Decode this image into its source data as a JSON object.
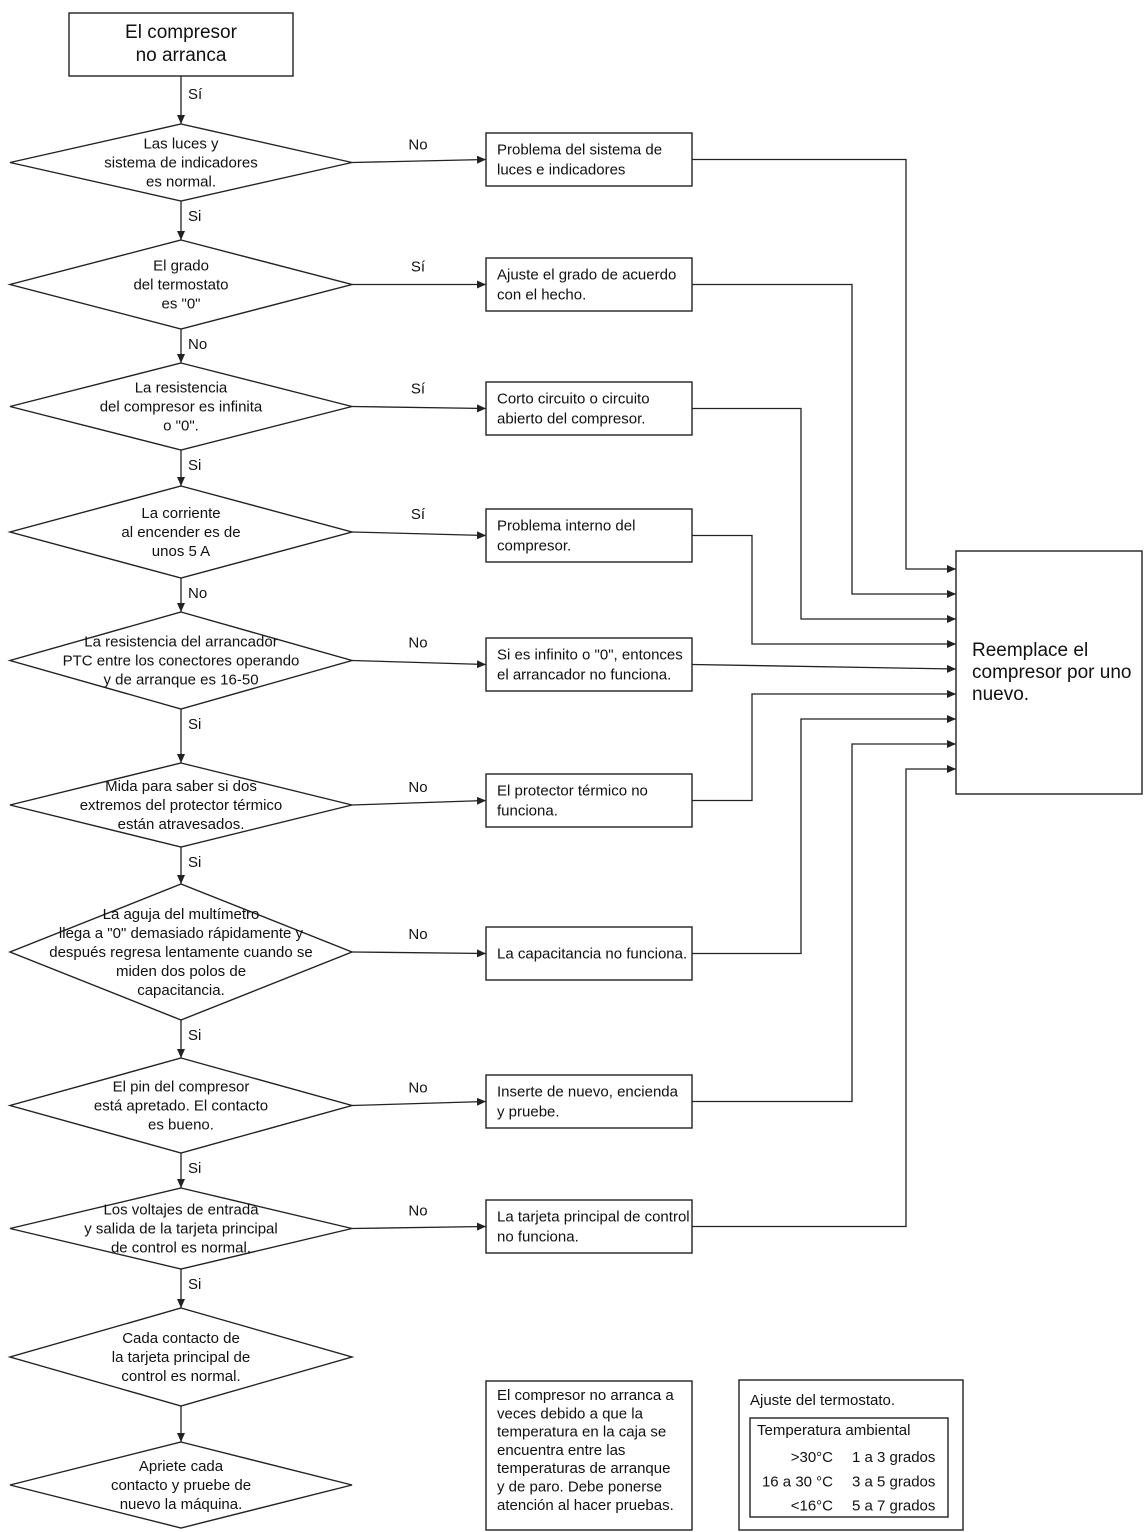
{
  "start": {
    "lines": [
      "El compresor",
      "no arranca"
    ]
  },
  "decisions": [
    {
      "lines": [
        "Las luces y",
        "sistema de indicadores",
        "es normal."
      ],
      "branch_label": "No",
      "down_label": "Sí"
    },
    {
      "lines": [
        "El grado",
        "del termostato",
        "es \"0\""
      ],
      "branch_label": "Sí",
      "down_label": "Si"
    },
    {
      "lines": [
        "La resistencia",
        "del compresor es infinita",
        "o \"0\"."
      ],
      "branch_label": "Sí",
      "down_label": "No"
    },
    {
      "lines": [
        "La corriente",
        "al encender es de",
        "unos 5 A"
      ],
      "branch_label": "Sí",
      "down_label": "Si"
    },
    {
      "lines": [
        "La resistencia del arrancador",
        "PTC entre los conectores operando",
        "y de arranque es 16-50"
      ],
      "branch_label": "No",
      "down_label": "No"
    },
    {
      "lines": [
        "Mida para saber si dos",
        "extremos del protector térmico",
        "están atravesados."
      ],
      "branch_label": "No",
      "down_label": "Si"
    },
    {
      "lines": [
        "La aguja del multímetro",
        "llega a \"0\" demasiado rápidamente y",
        "después regresa lentamente cuando se",
        "miden dos polos de",
        "capacitancia."
      ],
      "branch_label": "No",
      "down_label": "Si"
    },
    {
      "lines": [
        "El pin del compresor",
        "está apretado. El contacto",
        "es bueno."
      ],
      "branch_label": "No",
      "down_label": "Si"
    },
    {
      "lines": [
        "Los voltajes de entrada",
        "y salida de la tarjeta principal",
        "de control es normal."
      ],
      "branch_label": "No",
      "down_label": "Si"
    },
    {
      "lines": [
        "Cada contacto de",
        "la tarjeta principal de",
        "control es normal."
      ],
      "branch_label": "",
      "down_label": "Si"
    },
    {
      "lines": [
        "Apriete cada",
        "contacto y pruebe de",
        "nuevo la máquina."
      ],
      "branch_label": "",
      "down_label": ""
    }
  ],
  "outcomes": [
    {
      "lines": [
        "Problema del sistema de",
        "luces e indicadores"
      ]
    },
    {
      "lines": [
        "Ajuste el grado de acuerdo",
        "con el hecho."
      ]
    },
    {
      "lines": [
        "Corto circuito o circuito",
        "abierto del compresor."
      ]
    },
    {
      "lines": [
        "Problema interno del",
        "compresor."
      ]
    },
    {
      "lines": [
        "Si es infinito o \"0\", entonces",
        "el arrancador no funciona."
      ]
    },
    {
      "lines": [
        "El protector térmico no",
        "funciona."
      ]
    },
    {
      "lines": [
        "La capacitancia no funciona."
      ]
    },
    {
      "lines": [
        "Inserte de nuevo, encienda",
        "y pruebe."
      ]
    },
    {
      "lines": [
        "La tarjeta principal de control",
        "no funciona."
      ]
    }
  ],
  "result": {
    "lines": [
      "Reemplace el",
      "compresor por uno",
      "nuevo."
    ]
  },
  "note": {
    "lines": [
      "El compresor no arranca a",
      "veces debido a que la",
      "temperatura en la caja se",
      "encuentra entre las",
      "temperaturas de arranque",
      "y de paro. Debe ponerse",
      "atención al hacer pruebas."
    ]
  },
  "thermostat": {
    "title": "Ajuste del termostato.",
    "header": "Temperatura ambiental",
    "rows": [
      {
        "temp": ">30°C",
        "setting": "1 a 3 grados"
      },
      {
        "temp": "16 a 30 °C",
        "setting": "3 a 5 grados"
      },
      {
        "temp": "<16°C",
        "setting": "5 a 7 grados"
      }
    ]
  }
}
